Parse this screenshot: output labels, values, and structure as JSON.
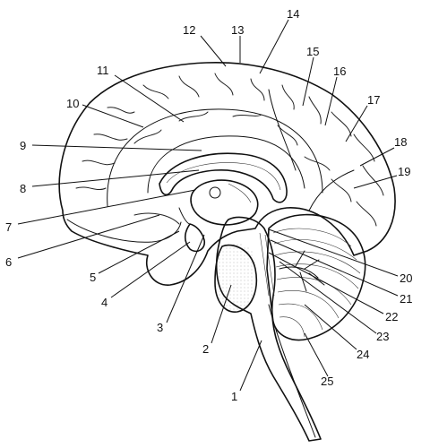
{
  "diagram": {
    "labels": [
      "1",
      "2",
      "3",
      "4",
      "5",
      "6",
      "7",
      "8",
      "9",
      "10",
      "11",
      "12",
      "13",
      "14",
      "15",
      "16",
      "17",
      "18",
      "19",
      "20",
      "21",
      "22",
      "23",
      "24",
      "25"
    ]
  }
}
